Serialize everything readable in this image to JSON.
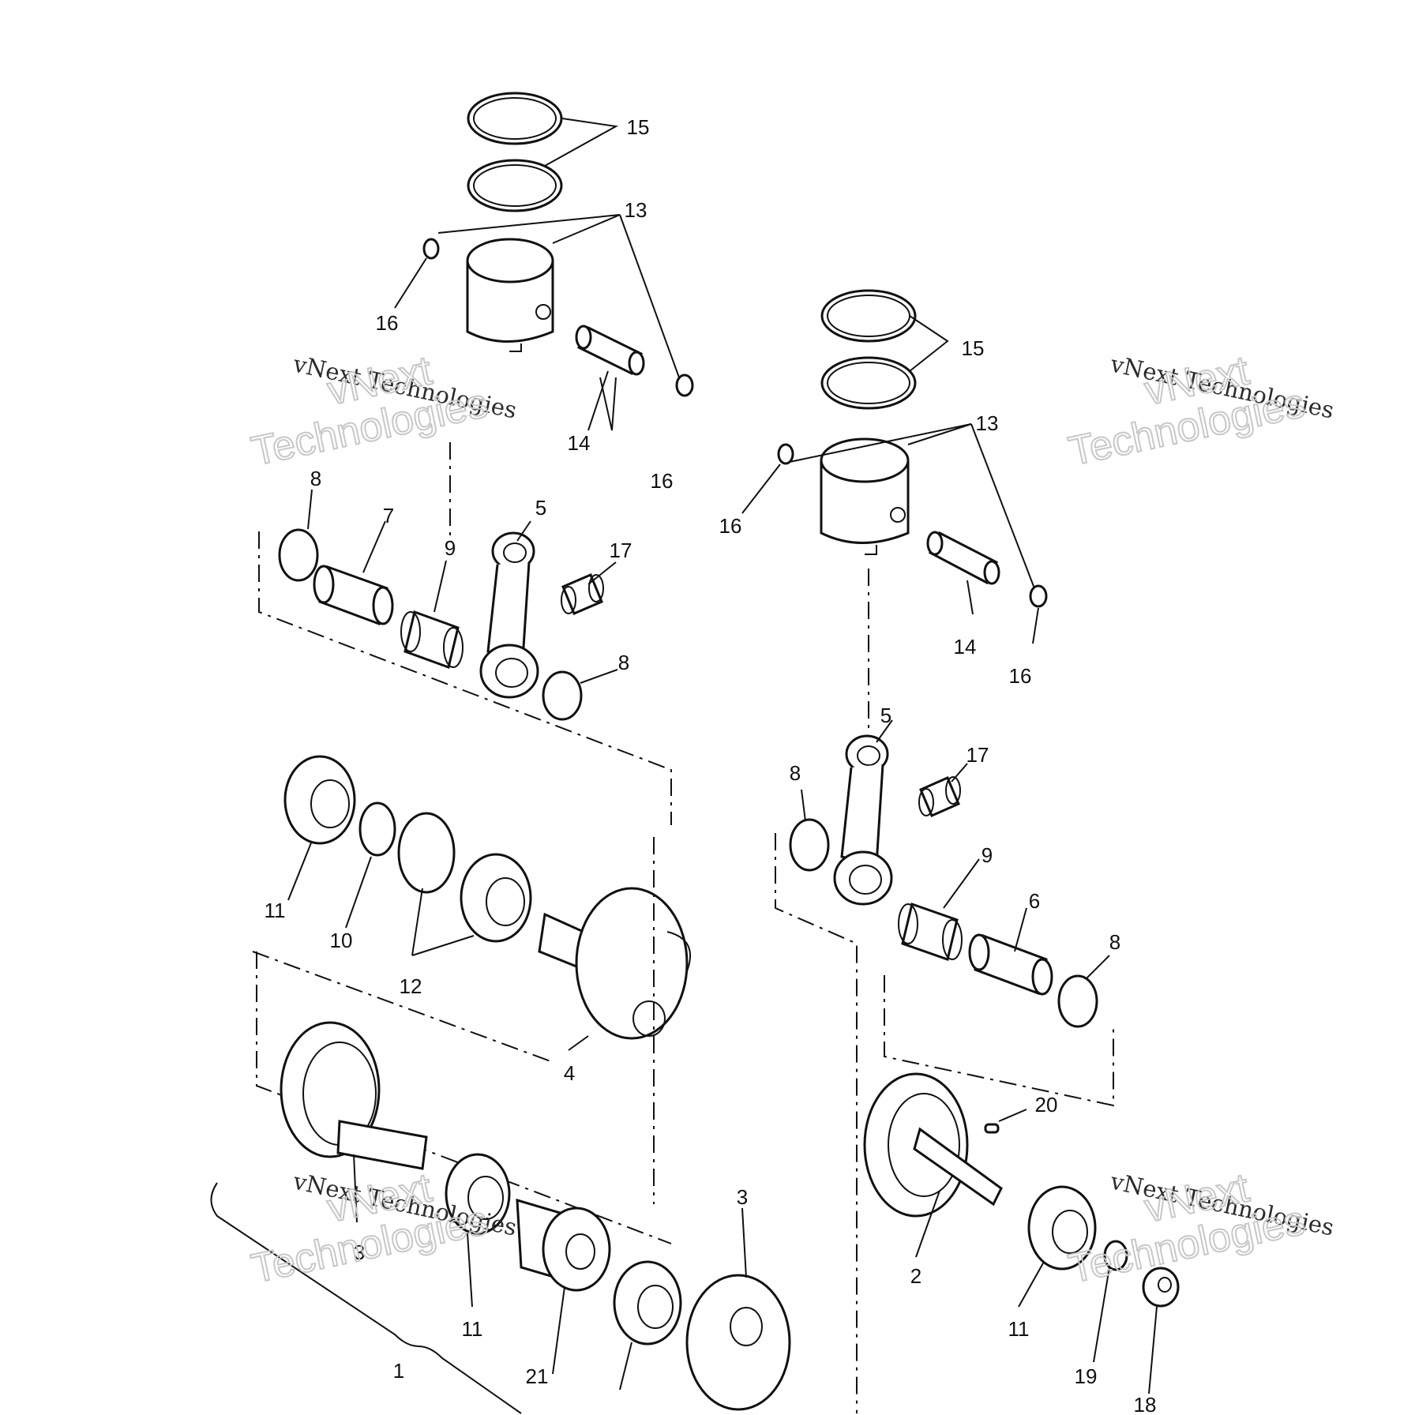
{
  "diagram": {
    "callouts": [
      "15",
      "13",
      "16",
      "14",
      "16",
      "8",
      "7",
      "9",
      "5",
      "17",
      "8",
      "11",
      "10",
      "12",
      "4",
      "3",
      "11",
      "21",
      "3",
      "1",
      "15",
      "13",
      "16",
      "14",
      "16",
      "5",
      "17",
      "8",
      "9",
      "6",
      "8",
      "20",
      "2",
      "11",
      "19",
      "18"
    ],
    "watermark": {
      "line1": "vNext Technologies",
      "line2a": "vNext",
      "line2b": "Technologies"
    }
  }
}
